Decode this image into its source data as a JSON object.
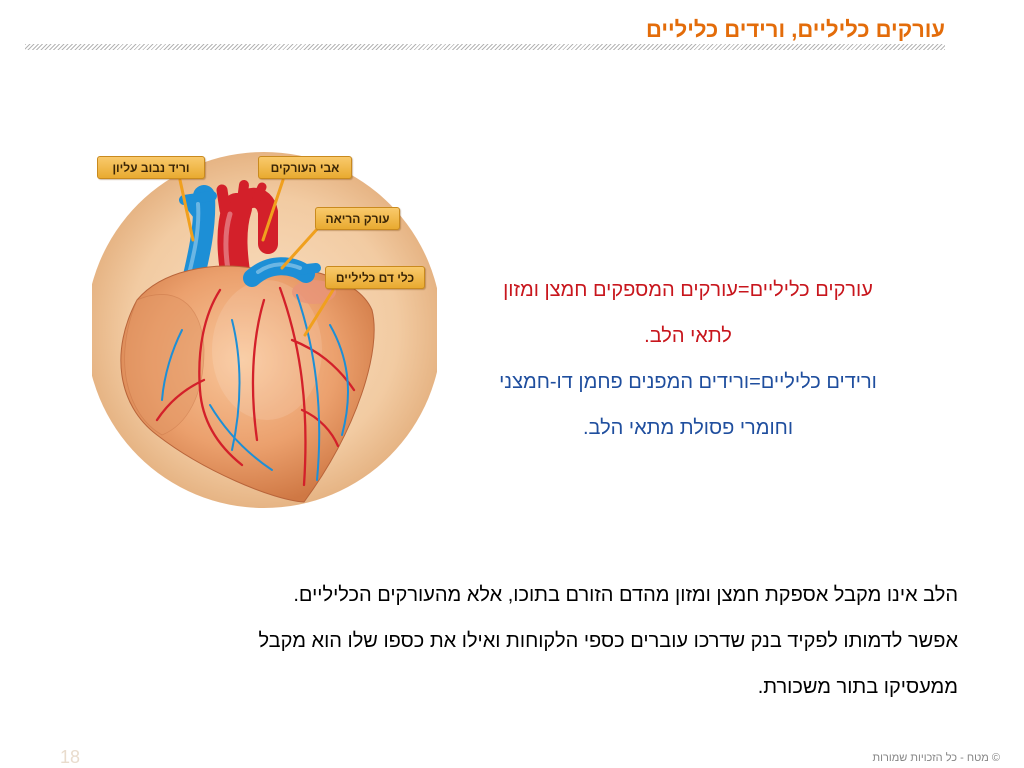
{
  "slide": {
    "title": "עורקים כליליים, ורידים כליליים"
  },
  "figure": {
    "labels": {
      "superior_vena_cava": "וריד נבוב עליון",
      "aorta": "אבי העורקים",
      "pulmonary_artery": "עורק הריאה",
      "coronary_vessels": "כלי דם כליליים"
    }
  },
  "definitions": {
    "arteries": [
      "עורקים כליליים=עורקים המספקים חמצן ומזון",
      "לתאי הלב."
    ],
    "veins": [
      "ורידים כליליים=ורידים המפנים פחמן דו-חמצני",
      "וחומרי פסולת מתאי הלב."
    ]
  },
  "explanation": {
    "lines": [
      "הלב אינו מקבל אספקת חמצן ומזון מהדם הזורם בתוכו, אלא מהעורקים הכליליים.",
      "אפשר לדמותו לפקיד בנק שדרכו עוברים כספי הלקוחות ואילו את כספו שלו הוא מקבל",
      "ממעסיקו בתור משכורת."
    ]
  },
  "footer": {
    "page_number": "18",
    "copyright": "© מטח - כל הזכויות שמורות"
  },
  "colors": {
    "title": "#e36c0a",
    "artery_text": "#c8161d",
    "vein_text": "#1f4e9e",
    "body_text": "#000000",
    "label_fill": "#f7b533",
    "leader_line": "#f0a01e",
    "artery": "#d3202a",
    "vein": "#1d8fd6"
  }
}
